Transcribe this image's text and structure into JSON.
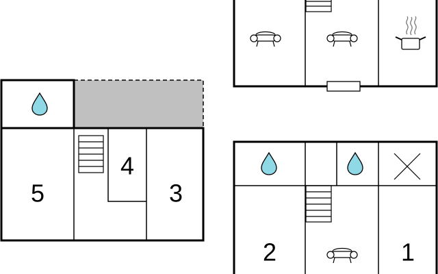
{
  "rooms": {
    "left_block": {
      "r5": "5",
      "r4": "4",
      "r3": "3"
    },
    "bottom_right_block": {
      "r2": "2",
      "r1": "1"
    }
  },
  "icons": [
    "water-drop-icon",
    "stairs-icon",
    "sofa-icon",
    "cooking-pot-icon",
    "cross-icon",
    "door-window-icon"
  ],
  "colors": {
    "walls": "#000000",
    "terrace": "#c0c0c0",
    "water": "#8fd8e6",
    "background": "#ffffff"
  }
}
